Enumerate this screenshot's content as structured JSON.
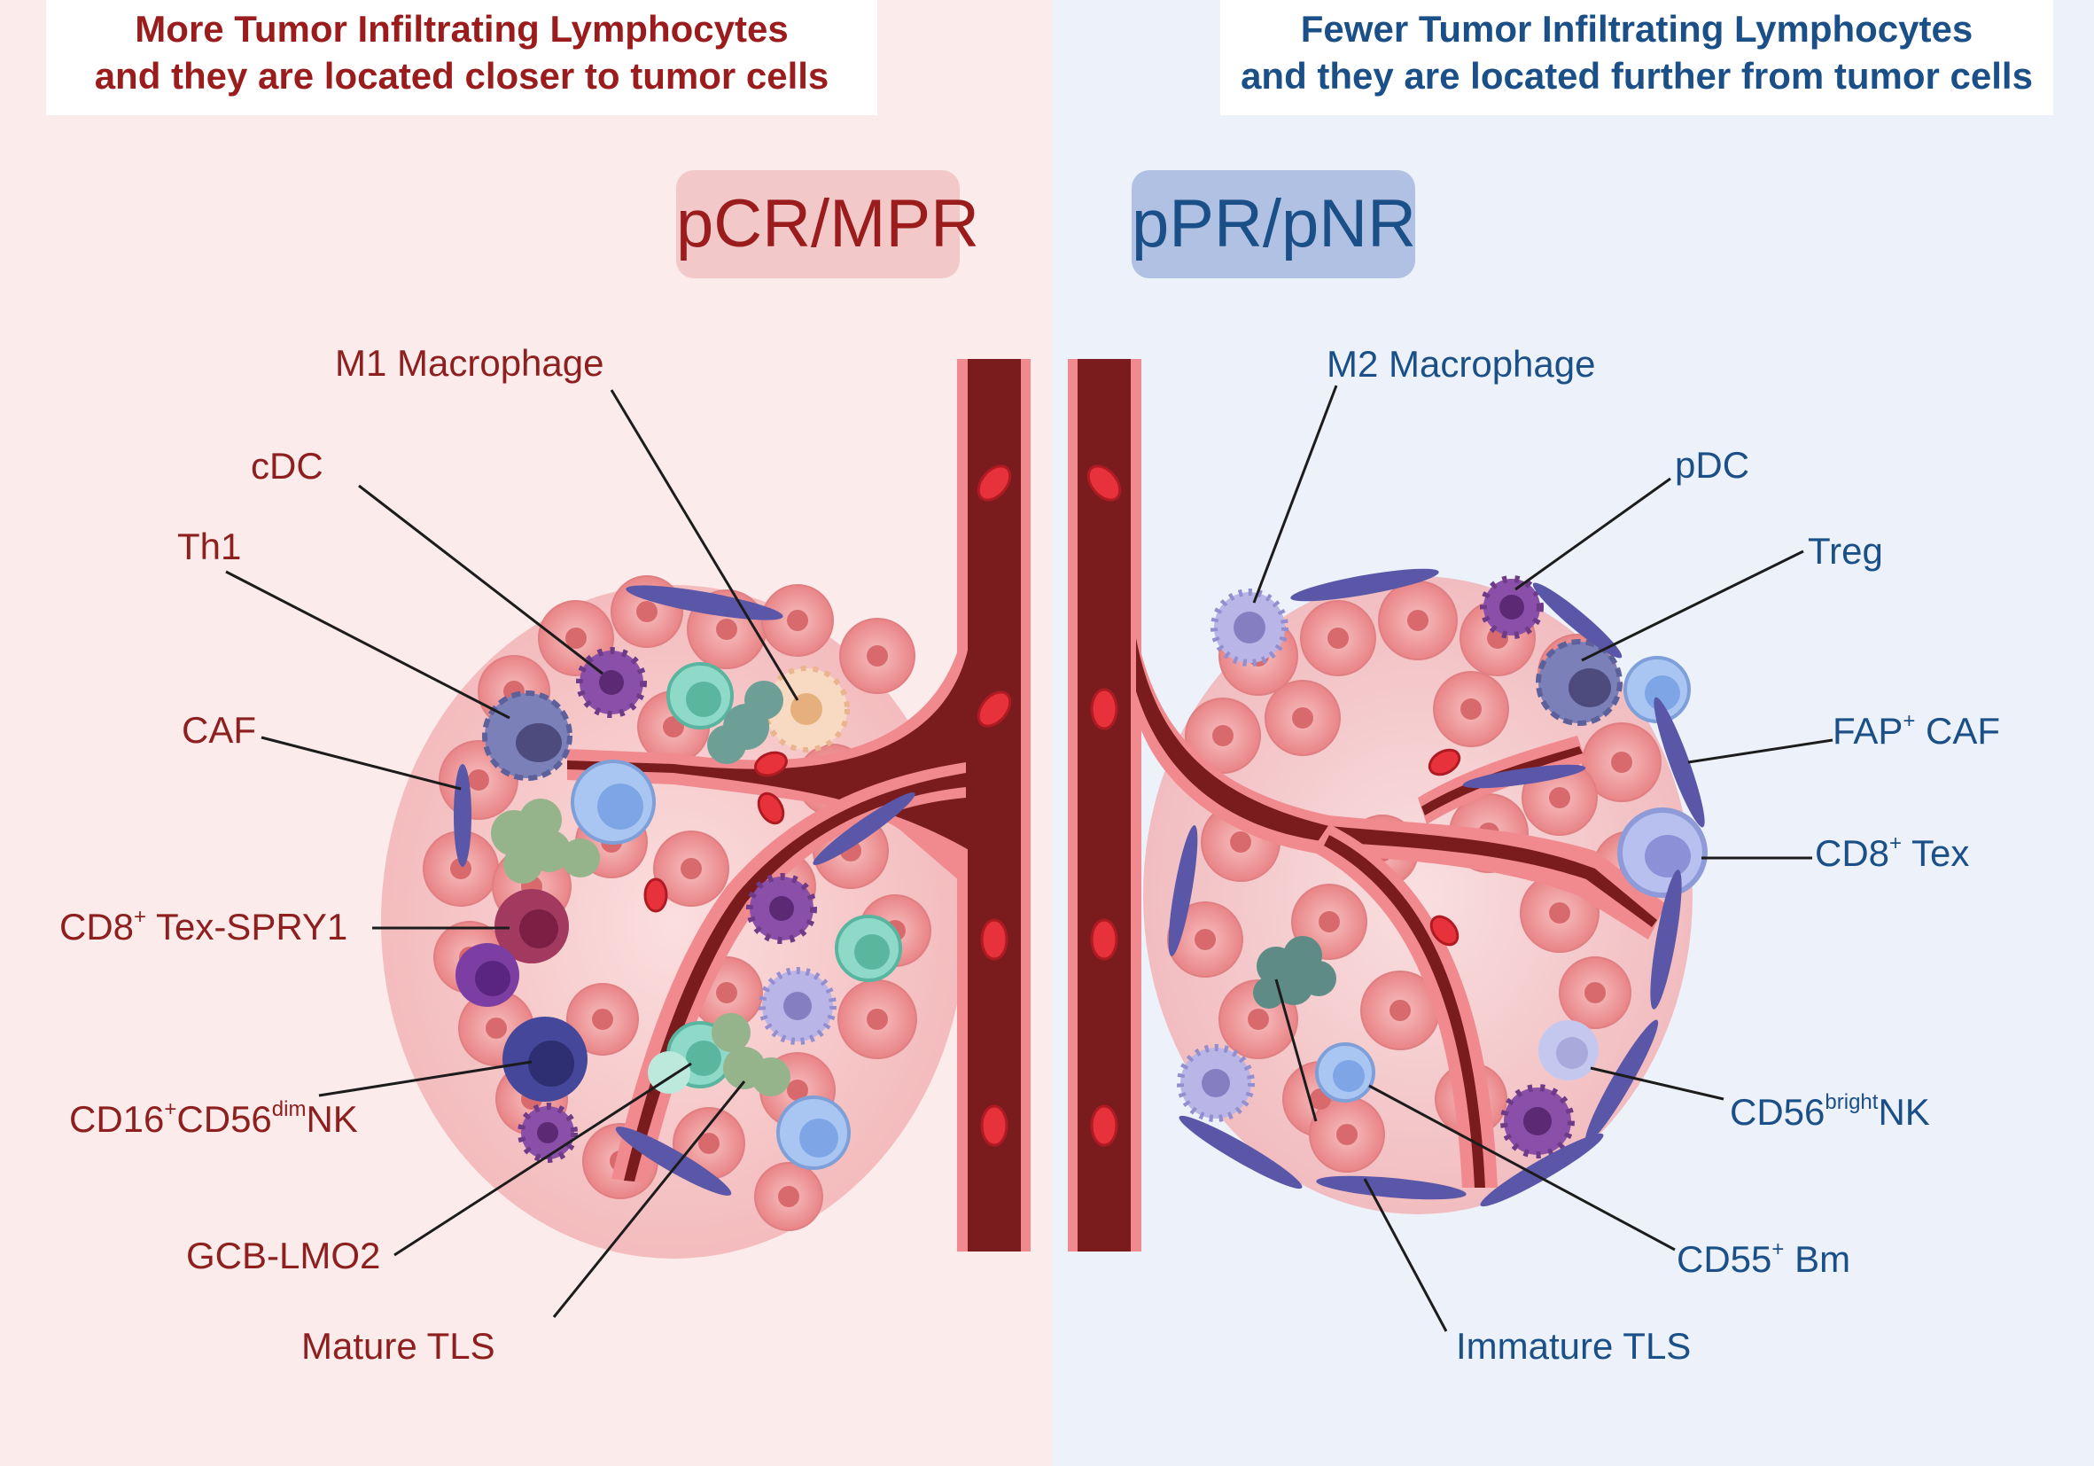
{
  "headlines": {
    "left_line1": "More Tumor Infiltrating Lymphocytes",
    "left_line2": "and they are located closer to tumor cells",
    "right_line1": "Fewer Tumor Infiltrating Lymphocytes",
    "right_line2": "and they are located further from tumor cells"
  },
  "groups": {
    "left": "pCR/MPR",
    "right": "pPR/pNR"
  },
  "labels_left": {
    "m1": "M1 Macrophage",
    "cdc": "cDC",
    "th1": "Th1",
    "caf": "CAF",
    "tex_spry1_main": "CD8",
    "tex_spry1_sup": "+",
    "tex_spry1_rest": " Tex-SPRY1",
    "nk_a": "CD16",
    "nk_sup1": "+",
    "nk_b": "CD56",
    "nk_sup2": "dim",
    "nk_c": "NK",
    "gcb": "GCB-LMO2",
    "tls": "Mature TLS"
  },
  "labels_right": {
    "m2": "M2 Macrophage",
    "pdc": "pDC",
    "treg": "Treg",
    "fap_a": "FAP",
    "fap_sup": "+",
    "fap_b": " CAF",
    "tex_a": "CD8",
    "tex_sup": "+",
    "tex_b": " Tex",
    "nk_a": "CD56",
    "nk_sup": "bright",
    "nk_b": "NK",
    "bm_a": "CD55",
    "bm_sup": "+",
    "bm_b": " Bm",
    "tls": "Immature TLS"
  },
  "colors": {
    "left_accent": "#9a1c1c",
    "right_accent": "#1a4f87",
    "vessel": "#7a1c1e",
    "tumor": "#ef9a9c",
    "caf": "#5a56a8"
  }
}
